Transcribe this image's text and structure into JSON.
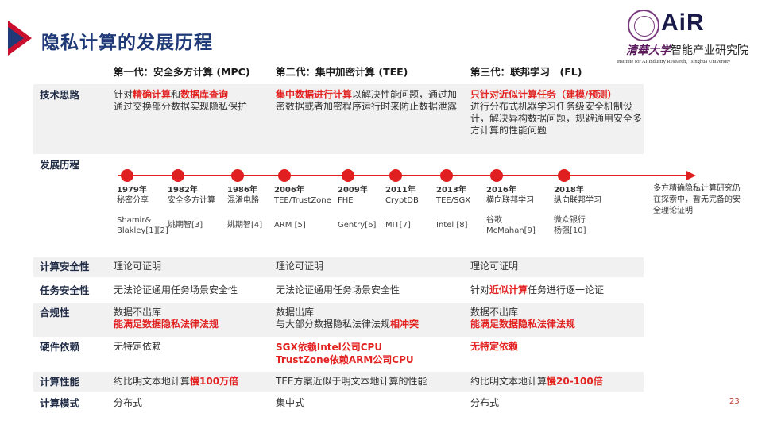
{
  "title": "隐私计算的发展历程",
  "logo": {
    "brand": "AiR",
    "institute_cn_prefix": "清華大学",
    "institute_cn": "智能产业研究院",
    "institute_en": "Institute for AI Industry Research, Tsinghua University"
  },
  "columns": {
    "gen1": "第一代：安全多方计算 (MPC)",
    "gen2": "第二代：集中加密计算 (TEE)",
    "gen3": "第三代：联邦学习　(FL)"
  },
  "rows": {
    "tech": {
      "label": "技术思路",
      "gen1_pre": "针对",
      "gen1_red1": "精确计算",
      "gen1_mid": "和",
      "gen1_red2": "数据库查询",
      "gen1_post": "通过交换部分数据实现隐私保护",
      "gen2_red": "集中数据进行计算",
      "gen2_post": "以解决性能问题，通过加密数据或者加密程序运行时来防止数据泄露",
      "gen3_red": "只针对近似计算任务（建模/预测）",
      "gen3_post": "进行分布式机器学习任务级安全机制设计，解决异构数据问题，规避通用安全多方计算的性能问题"
    },
    "history": {
      "label": "发展历程",
      "events": [
        {
          "year": "1979年",
          "desc": "秘密分享",
          "ref": "Shamir&\nBlakley[1][2]"
        },
        {
          "year": "1982年",
          "desc": "安全多方计算",
          "ref": "姚期智[3]"
        },
        {
          "year": "1986年",
          "desc": "混淆电路",
          "ref": "姚期智[4]"
        },
        {
          "year": "2006年",
          "desc": "TEE/TrustZone",
          "ref": "ARM [5]"
        },
        {
          "year": "2009年",
          "desc": "FHE",
          "ref": "Gentry[6]"
        },
        {
          "year": "2011年",
          "desc": "CryptDB",
          "ref": "MIT[7]"
        },
        {
          "year": "2013年",
          "desc": "TEE/SGX",
          "ref": "Intel [8]"
        },
        {
          "year": "2016年",
          "desc": "横向联邦学习",
          "ref": "谷歌\nMcMahan[9]"
        },
        {
          "year": "2018年",
          "desc": "纵向联邦学习",
          "ref": "微众银行\n杨强[10]"
        }
      ],
      "note": "多方精确隐私计算研究仍在探索中，暂无完备的安全理论证明"
    },
    "compute_security": {
      "label": "计算安全性",
      "gen1": "理论可证明",
      "gen2": "理论可证明",
      "gen3": "理论可证明"
    },
    "task_security": {
      "label": "任务安全性",
      "gen1": "无法论证通用任务场景安全性",
      "gen2": "无法论证通用任务场景安全性",
      "gen3_pre": "针对",
      "gen3_red": "近似计算",
      "gen3_post": "任务进行逐一论证"
    },
    "compliance": {
      "label": "合规性",
      "gen1_line1": "数据不出库",
      "gen1_red": "能满足数据隐私法律法规",
      "gen2_line1": "数据出库",
      "gen2_pre": "与大部分数据隐私法律法规",
      "gen2_red": "相冲突",
      "gen3_line1": "数据不出库",
      "gen3_red": "能满足数据隐私法律法规"
    },
    "hardware": {
      "label": "硬件依赖",
      "gen1": "无特定依赖",
      "gen2_red1": "SGX依赖Intel公司CPU",
      "gen2_red2": "TrustZone依赖ARM公司CPU",
      "gen3_red": "无特定依赖"
    },
    "performance": {
      "label": "计算性能",
      "gen1_pre": "约比明文本地计算",
      "gen1_red": "慢100万倍",
      "gen2": "TEE方案近似于明文本地计算的性能",
      "gen3_pre": "约比明文本地计算",
      "gen3_red": "慢20-100倍"
    },
    "mode": {
      "label": "计算模式",
      "gen1": "分布式",
      "gen2": "集中式",
      "gen3": "分布式"
    }
  },
  "page_number": "23",
  "colors": {
    "title": "#1f3a77",
    "accent_red": "#e02020",
    "row_shade": "#f1f1f1"
  }
}
